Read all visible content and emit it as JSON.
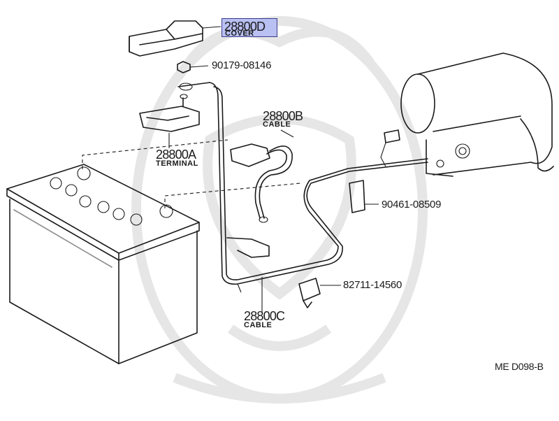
{
  "diagram": {
    "highlight_color": "#b9c0f2",
    "drawing_code": "ME  D098-B",
    "parts": [
      {
        "id": "cover",
        "number": "28800D",
        "name": "COVER",
        "highlighted": true
      },
      {
        "id": "nut",
        "number": "90179-08146",
        "name": ""
      },
      {
        "id": "cable_b",
        "number": "28800B",
        "name": "CABLE"
      },
      {
        "id": "terminal",
        "number": "28800A",
        "name": "TERMINAL"
      },
      {
        "id": "clip_upper",
        "number": "90461-08509",
        "name": ""
      },
      {
        "id": "clamp",
        "number": "82711-14560",
        "name": ""
      },
      {
        "id": "cable_c",
        "number": "28800C",
        "name": "CABLE"
      }
    ]
  }
}
